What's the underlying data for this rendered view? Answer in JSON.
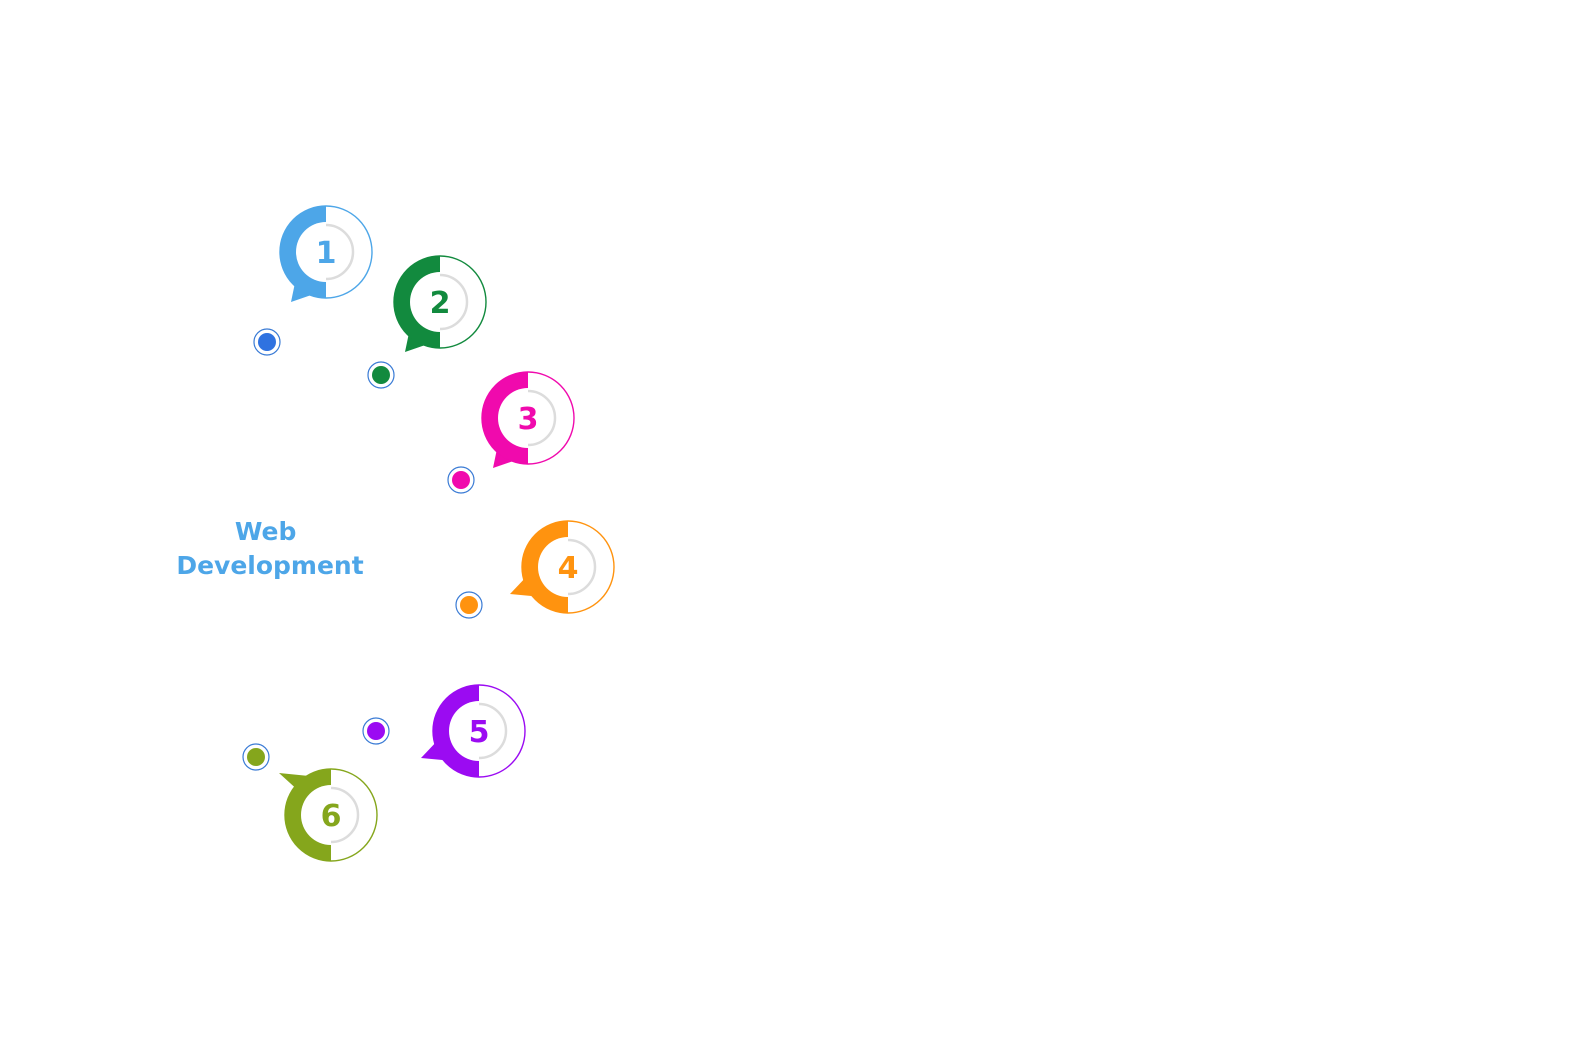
{
  "diagram": {
    "title_lines": [
      "Web",
      "Development"
    ],
    "title_color": "#4da6e8",
    "steps": [
      {
        "number": "1",
        "color": "#4da6e8",
        "dot_color": "#2f72e0",
        "pointer": "bottom-left"
      },
      {
        "number": "2",
        "color": "#128a3e",
        "dot_color": "#128a3e",
        "pointer": "bottom-left"
      },
      {
        "number": "3",
        "color": "#f00aad",
        "dot_color": "#f00aad",
        "pointer": "bottom-left"
      },
      {
        "number": "4",
        "color": "#ff930f",
        "dot_color": "#ff930f",
        "pointer": "left"
      },
      {
        "number": "5",
        "color": "#9b0bf2",
        "dot_color": "#9b0bf2",
        "pointer": "left"
      },
      {
        "number": "6",
        "color": "#85a61c",
        "dot_color": "#85a61c",
        "pointer": "top-left"
      }
    ],
    "dot_ring_color": "#3a7bd5",
    "inner_ring_color": "#dcdcdc"
  }
}
